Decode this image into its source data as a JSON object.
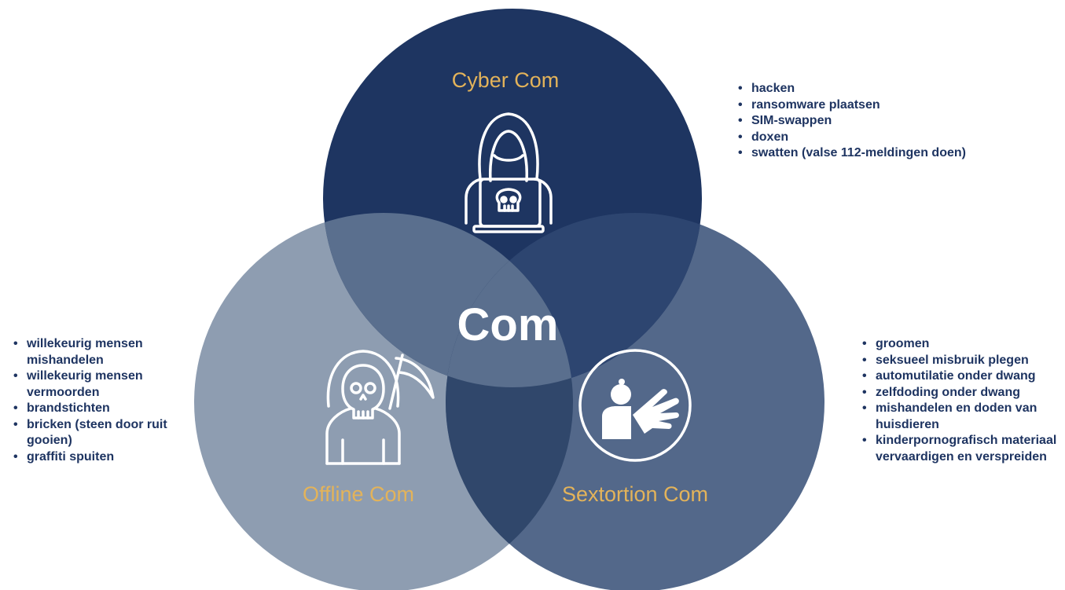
{
  "center_label": "Com",
  "colors": {
    "cyber": "#1e3561",
    "offline": "#8e9db1",
    "sextortion": "#53688a",
    "overlap_cyber_offline": "#5a6f8e",
    "overlap_cyber_sextortion": "#2d4570",
    "overlap_offline_sextortion": "#30476b",
    "overlap_all": "#5a6f8e",
    "label_gold": "#e3b35a",
    "text_navy": "#1e3461",
    "white": "#ffffff"
  },
  "circles": {
    "cyber": {
      "label": "Cyber Com",
      "icon": "hacker-hoodie-laptop-skull-icon",
      "items": [
        "hacken",
        "ransomware plaatsen",
        "SIM-swappen",
        "doxen",
        "swatten (valse 112-meldingen doen)"
      ]
    },
    "offline": {
      "label": "Offline Com",
      "icon": "grim-reaper-icon",
      "items": [
        "willekeurig mensen mishandelen",
        "willekeurig mensen vermoorden",
        "brandstichten",
        "bricken (steen door ruit gooien)",
        "graffiti spuiten"
      ]
    },
    "sextortion": {
      "label": "Sextortion Com",
      "icon": "child-abuse-hand-icon",
      "items": [
        "groomen",
        "seksueel misbruik plegen",
        "automutilatie onder dwang",
        "zelfdoding onder dwang",
        "mishandelen en doden van huisdieren",
        "kinderpornografisch materiaal vervaardigen en verspreiden"
      ]
    }
  }
}
